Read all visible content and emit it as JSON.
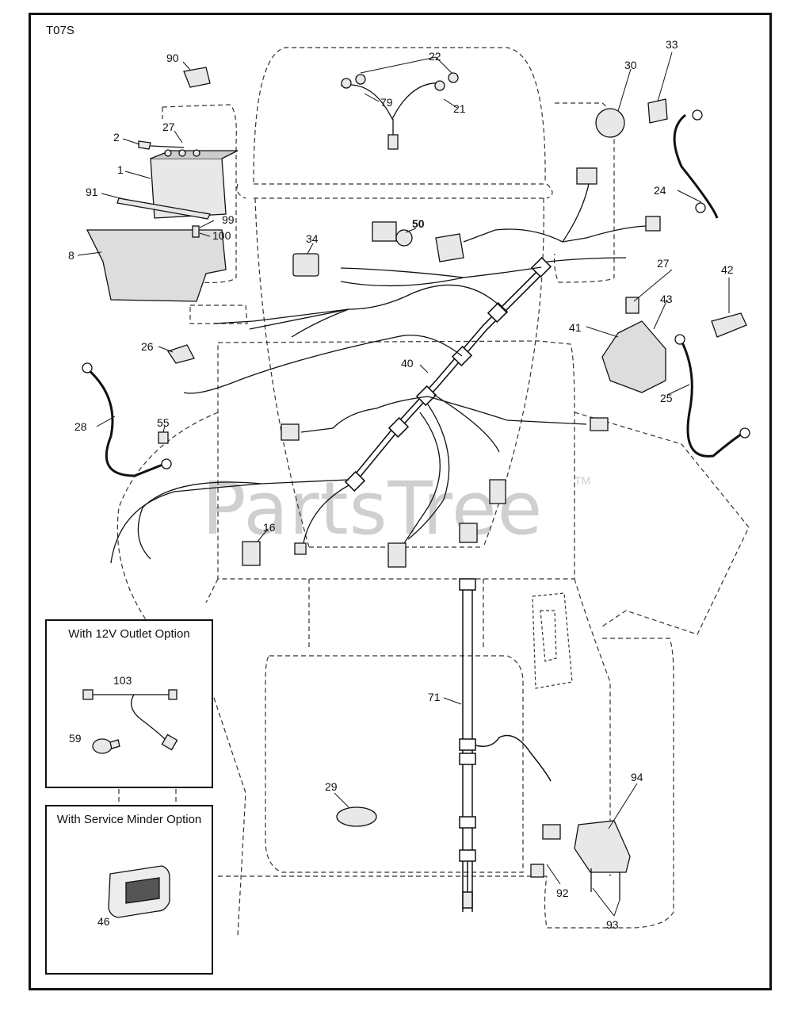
{
  "diagram": {
    "code": "T07S",
    "watermark": "PartsTree",
    "trademark": "TM",
    "insets": {
      "outlet": {
        "title": "With 12V Outlet Option"
      },
      "minder": {
        "title": "With Service Minder Option"
      }
    },
    "callouts": {
      "p1": "1",
      "p2": "2",
      "p8": "8",
      "p16": "16",
      "p21": "21",
      "p22": "22",
      "p24": "24",
      "p25": "25",
      "p26": "26",
      "p27a": "27",
      "p27b": "27",
      "p28": "28",
      "p29": "29",
      "p30": "30",
      "p33": "33",
      "p34": "34",
      "p40": "40",
      "p41": "41",
      "p42": "42",
      "p43": "43",
      "p46": "46",
      "p50": "50",
      "p55": "55",
      "p59": "59",
      "p71": "71",
      "p79": "79",
      "p90": "90",
      "p91": "91",
      "p92": "92",
      "p93": "93",
      "p94": "94",
      "p99": "99",
      "p100": "100",
      "p103": "103"
    },
    "colors": {
      "line": "#111111",
      "part_fill": "#e8e8e8",
      "watermark": "#cfcfcf"
    }
  }
}
